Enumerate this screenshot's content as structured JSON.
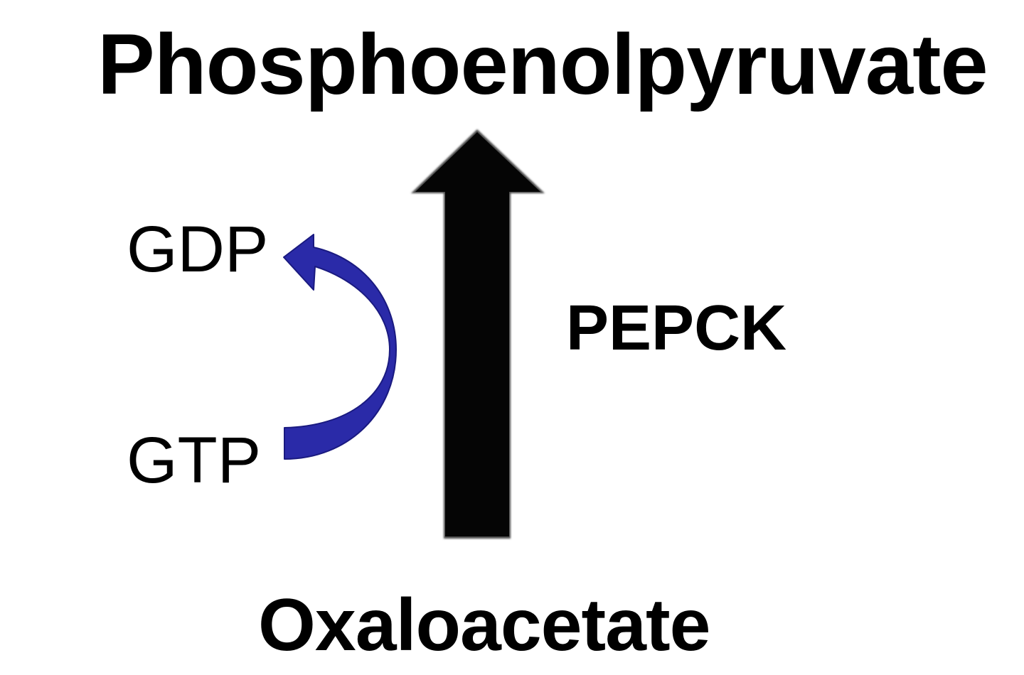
{
  "diagram": {
    "type": "metabolic-reaction",
    "product": "Phosphoenolpyruvate",
    "substrate": "Oxaloacetate",
    "enzyme": "PEPCK",
    "cofactor_in": "GTP",
    "cofactor_out": "GDP",
    "colors": {
      "main_arrow": "#050505",
      "cofactor_arrow": "#2a2aa8",
      "cofactor_arrow_outline": "#1a1a80",
      "text": "#000000",
      "background": "#ffffff"
    }
  }
}
